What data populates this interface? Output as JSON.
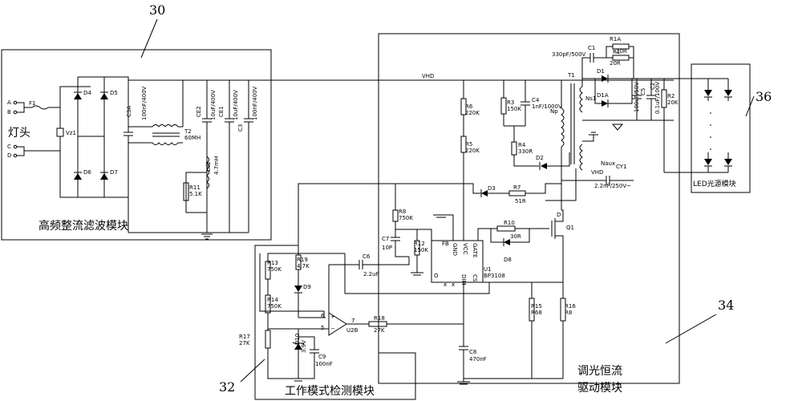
{
  "blocks": {
    "rectifier": {
      "ref": "30",
      "title": "高频整流滤波模块"
    },
    "mode_detect": {
      "ref": "32",
      "title": "工作模式检测模块"
    },
    "driver": {
      "ref": "34",
      "title_line1": "调光恒流",
      "title_line2": "驱动模块"
    },
    "led": {
      "ref": "36",
      "title": "LED光源模块"
    }
  },
  "lamp_cap": "灯头",
  "labels": {
    "A": "A",
    "B": "B",
    "C": "C",
    "D": "D",
    "F1": "F1",
    "Vz1": "Vz1",
    "D4": "D4",
    "D5": "D5",
    "D6": "D6",
    "D7": "D7",
    "C3A": "C3A",
    "C3A_val": "100nF/400V",
    "T2": "T2",
    "T2_val": "60MH",
    "CE2": "CE2",
    "CE2_val": "10uF/400V",
    "CE1": "CE1",
    "CE1_val": "10uF/400V",
    "C3": "C3",
    "C3_val": "100nF/400V",
    "Ld2": "Ld2",
    "Ld2_val": "4.7mH",
    "R11": "R11",
    "R11_val": "5.1K",
    "VHD": "VHD",
    "R6": "R6",
    "R6_val": "220K",
    "R5": "R5",
    "R5_val": "220K",
    "R3": "R3",
    "R3_val": "150K",
    "C4": "C4",
    "C4_val": "1nF/1000V",
    "R4": "R4",
    "R4_val": "330R",
    "D2": "D2",
    "T1": "T1",
    "Ns1": "Ns1",
    "Np": "Np",
    "Naux": "Naux",
    "C1": "C1",
    "C1_val": "330pF/500V",
    "R1A": "R1A",
    "R1A_val": "20R",
    "R1": "R1",
    "R1_val": "20R",
    "D1": "D1",
    "D1A": "D1A",
    "C5": "C5",
    "C5_val": "100uF/50V",
    "C2": "C2",
    "C2_val": "0.1uF/100V",
    "R2": "R2",
    "R2_val": "20K",
    "CY1": "CY1",
    "CY1_val": "2.2nF/250V~",
    "D3": "D3",
    "R7": "R7",
    "R7_val": "51R",
    "R8": "R8",
    "R8_val": "750K",
    "C7": "C7",
    "C7_val": "10P",
    "R12": "R12",
    "R12_val": "150K",
    "U1": "U1",
    "U1_part": "BP3108",
    "pin_FB": "FB",
    "pin_GND": "GND",
    "pin_VCC": "VCC",
    "pin_GATE": "GATE",
    "pin_DIM": "DIM",
    "pin_CS": "CS",
    "pin_O": "O",
    "R10": "R10",
    "R10_val": "30R",
    "D8": "D8",
    "Q1": "Q1",
    "R13": "R13",
    "R13_val": "750K",
    "R14": "R14",
    "R14_val": "750K",
    "R17": "R17",
    "R17_val": "27K",
    "R19": "R19",
    "R19_val": "4.7K",
    "D9": "D9",
    "C6": "C6",
    "C6_val": "2.2uF",
    "U2B": "U2B",
    "pin6": "6",
    "pin5": "5",
    "pin7": "7",
    "R18": "R18",
    "R18_val": "27K",
    "D10": "D10",
    "D10_val": "3.9V",
    "C9": "C9",
    "C9_val": "100nF",
    "C8": "C8",
    "C8_val": "470nF",
    "R15": "R15",
    "R15_val": "R68",
    "R16": "R16",
    "R16_val": "R8"
  }
}
